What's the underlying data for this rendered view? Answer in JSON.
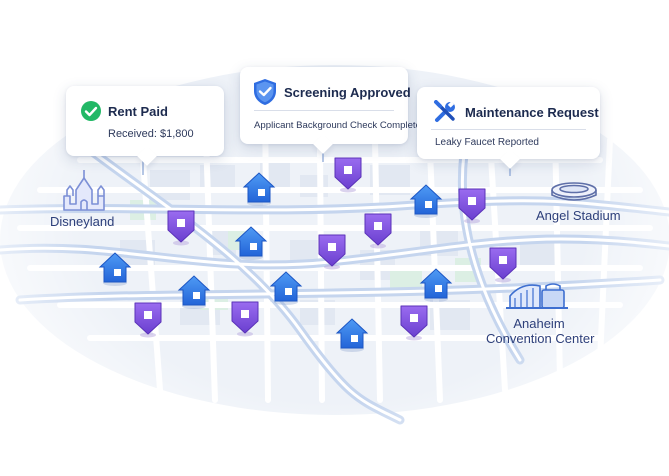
{
  "cards": {
    "rent": {
      "title": "Rent Paid",
      "detail": "Received: $1,800",
      "icon": "check-circle-icon",
      "color": "#22b866"
    },
    "screening": {
      "title": "Screening Approved",
      "detail": "Applicant Background Check Complete",
      "icon": "shield-check-icon",
      "color": "#2f6de1"
    },
    "maintenance": {
      "title": "Maintenance Request",
      "detail": "Leaky Faucet Reported",
      "icon": "wrench-screwdriver-icon",
      "color": "#2f6de1"
    }
  },
  "landmarks": {
    "disneyland": {
      "name": "Disneyland",
      "icon": "castle-icon"
    },
    "angel_stadium": {
      "name": "Angel Stadium",
      "icon": "stadium-icon"
    },
    "convention_center": {
      "name_line1": "Anaheim",
      "name_line2": "Convention Center",
      "icon": "convention-center-icon"
    }
  },
  "markers": {
    "house_color": "#2f7fe8",
    "pin_color": "#7b4fd9",
    "house_icon": "house-marker-icon",
    "pin_icon": "location-pin-icon"
  }
}
